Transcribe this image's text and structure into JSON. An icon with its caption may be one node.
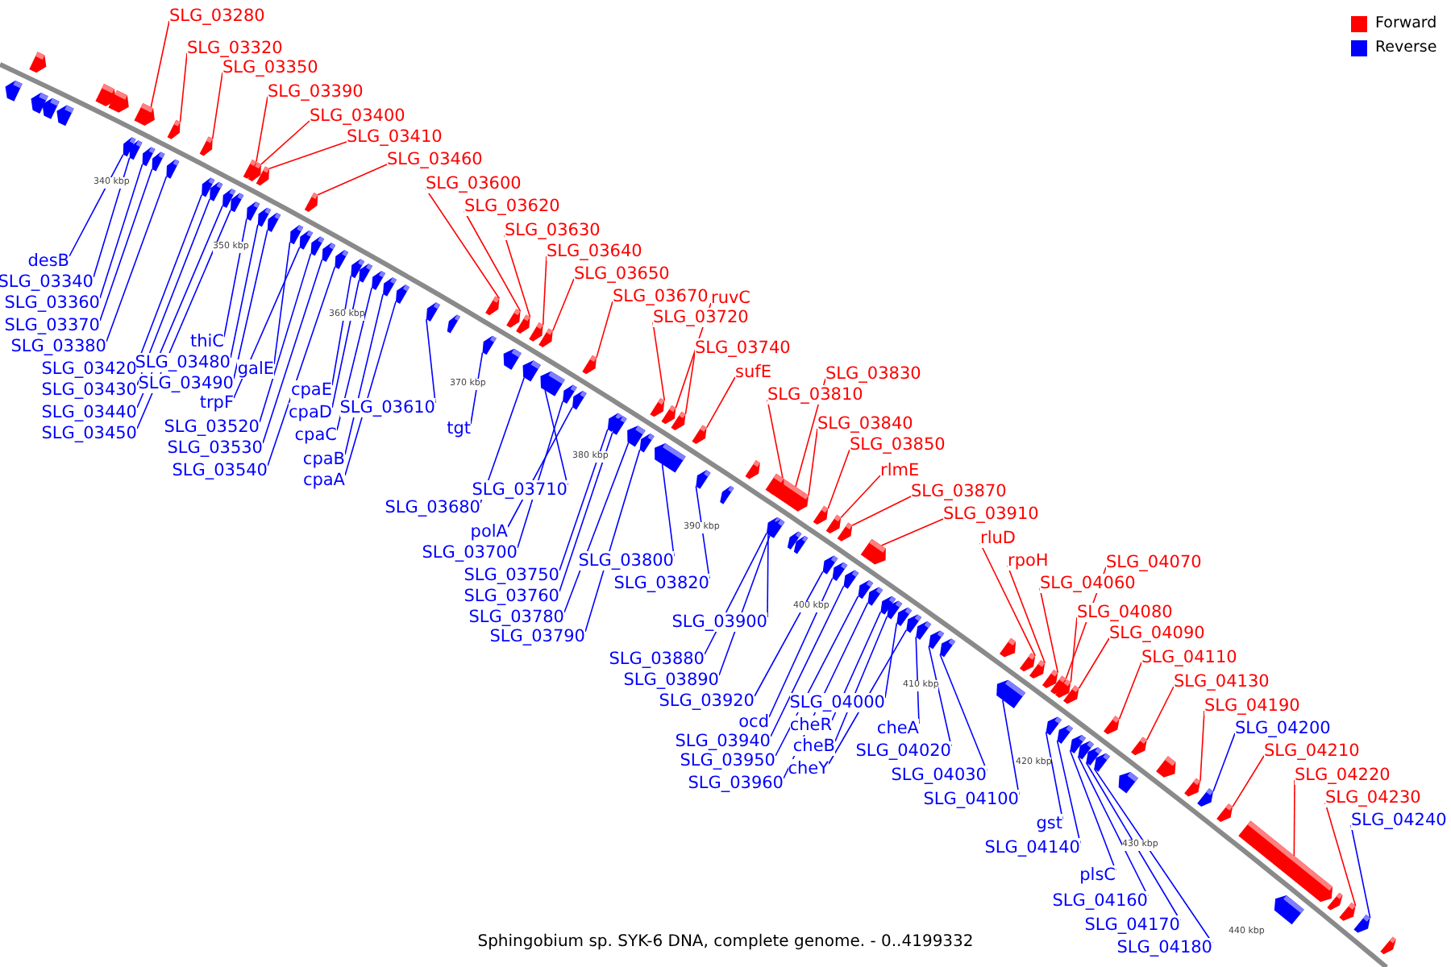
{
  "diagram": {
    "caption": "Sphingobium sp. SYK-6 DNA, complete genome. - 0..4199332",
    "nodes": [
      {
        "text": [
          "SLG_03280"
        ]
      },
      {
        "text": [
          "SLG_03320"
        ]
      },
      {
        "text": [
          "SLG_03350"
        ]
      },
      {
        "text": [
          "SLG_03390"
        ]
      },
      {
        "text": [
          "SLG_03400"
        ]
      },
      {
        "text": [
          "SLG_03410"
        ]
      },
      {
        "text": [
          "SLG_03460"
        ]
      },
      {
        "text": [
          "SLG_03600"
        ]
      },
      {
        "text": [
          "SLG_03620"
        ]
      },
      {
        "text": [
          "SLG_03630"
        ]
      },
      {
        "text": [
          "SLG_03640"
        ]
      },
      {
        "text": [
          "SLG_03650"
        ]
      },
      {
        "text": [
          "SLG_03670"
        ]
      },
      {
        "text": [
          "ruvC"
        ]
      },
      {
        "text": [
          "SLG_03720"
        ]
      },
      {
        "text": [
          "SLG_03740"
        ]
      },
      {
        "text": [
          "sufE"
        ]
      },
      {
        "text": [
          "SLG_03830"
        ]
      },
      {
        "text": [
          "SLG_03810"
        ]
      },
      {
        "text": [
          "SLG_03840"
        ]
      },
      {
        "text": [
          "SLG_03850"
        ]
      },
      {
        "text": [
          "rlmE"
        ]
      },
      {
        "text": [
          "SLG_03870"
        ]
      },
      {
        "text": [
          "SLG_03910"
        ]
      },
      {
        "text": [
          "rluD"
        ]
      },
      {
        "text": [
          "rpoH"
        ]
      },
      {
        "text": [
          "SLG_04060"
        ]
      },
      {
        "text": [
          "SLG_04070"
        ]
      },
      {
        "text": [
          "SLG_04080"
        ]
      },
      {
        "text": [
          "SLG_04090"
        ]
      },
      {
        "text": [
          "SLG_04110"
        ]
      },
      {
        "text": [
          "SLG_04130"
        ]
      },
      {
        "text": [
          "SLG_04190"
        ]
      },
      {
        "text": [
          "SLG_04200"
        ]
      },
      {
        "text": [
          "SLG_04210"
        ]
      },
      {
        "text": [
          "SLG_04220"
        ]
      },
      {
        "text": [
          "SLG_04230"
        ]
      },
      {
        "text": [
          "SLG_04240"
        ]
      },
      {
        "text": [
          "desB"
        ]
      },
      {
        "text": [
          "SLG_03340"
        ]
      },
      {
        "text": [
          "SLG_03360"
        ]
      },
      {
        "text": [
          "SLG_03370"
        ]
      },
      {
        "text": [
          "SLG_03380"
        ]
      },
      {
        "text": [
          "SLG_03420"
        ]
      },
      {
        "text": [
          "SLG_03430"
        ]
      },
      {
        "text": [
          "SLG_03440"
        ]
      },
      {
        "text": [
          "SLG_03450"
        ]
      },
      {
        "text": [
          "thiC"
        ]
      },
      {
        "text": [
          "SLG_03480"
        ]
      },
      {
        "text": [
          "SLG_03490"
        ]
      },
      {
        "text": [
          "galE"
        ]
      },
      {
        "text": [
          "trpF"
        ]
      },
      {
        "text": [
          "SLG_03520"
        ]
      },
      {
        "text": [
          "SLG_03530"
        ]
      },
      {
        "text": [
          "SLG_03540"
        ]
      },
      {
        "text": [
          "cpaE"
        ]
      },
      {
        "text": [
          "cpaD"
        ]
      },
      {
        "text": [
          "cpaC"
        ]
      },
      {
        "text": [
          "cpaB"
        ]
      },
      {
        "text": [
          "cpaA"
        ]
      },
      {
        "text": [
          "SLG_03610"
        ]
      },
      {
        "text": [
          "tgt"
        ]
      },
      {
        "text": [
          "SLG_03680"
        ]
      },
      {
        "text": [
          "SLG_03710"
        ]
      },
      {
        "text": [
          "polA"
        ]
      },
      {
        "text": [
          "SLG_03700"
        ]
      },
      {
        "text": [
          "SLG_03750"
        ]
      },
      {
        "text": [
          "SLG_03760"
        ]
      },
      {
        "text": [
          "SLG_03780"
        ]
      },
      {
        "text": [
          "SLG_03790"
        ]
      },
      {
        "text": [
          "SLG_03800"
        ]
      },
      {
        "text": [
          "SLG_03820"
        ]
      },
      {
        "text": [
          "SLG_03900"
        ]
      },
      {
        "text": [
          "SLG_03880"
        ]
      },
      {
        "text": [
          "SLG_03890"
        ]
      },
      {
        "text": [
          "SLG_03920"
        ]
      },
      {
        "text": [
          "ocd"
        ]
      },
      {
        "text": [
          "SLG_03940"
        ]
      },
      {
        "text": [
          "SLG_03950"
        ]
      },
      {
        "text": [
          "SLG_03960"
        ]
      },
      {
        "text": [
          "SLG_04000"
        ]
      },
      {
        "text": [
          "cheR"
        ]
      },
      {
        "text": [
          "cheB"
        ]
      },
      {
        "text": [
          "cheY"
        ]
      },
      {
        "text": [
          "cheA"
        ]
      },
      {
        "text": [
          "SLG_04020"
        ]
      },
      {
        "text": [
          "SLG_04030"
        ]
      },
      {
        "text": [
          "SLG_04100"
        ]
      },
      {
        "text": [
          "gst"
        ]
      },
      {
        "text": [
          "SLG_04140"
        ]
      },
      {
        "text": [
          "plsC"
        ]
      },
      {
        "text": [
          "SLG_04160"
        ]
      },
      {
        "text": [
          "SLG_04170"
        ]
      },
      {
        "text": [
          "SLG_04180"
        ]
      },
      {
        "text": [],
        "shape": "arrow"
      },
      {
        "text": [],
        "shape": "arrow"
      },
      {
        "text": [],
        "shape": "arrow"
      },
      {
        "text": [],
        "shape": "arrow"
      },
      {
        "text": [],
        "shape": "arrow"
      },
      {
        "text": [],
        "shape": "arrow"
      },
      {
        "text": [],
        "shape": "arrow"
      },
      {
        "text": [],
        "shape": "arrow"
      },
      {
        "text": [],
        "shape": "arrow"
      },
      {
        "text": [],
        "shape": "arrow"
      },
      {
        "text": [],
        "shape": "arrow"
      },
      {
        "text": [],
        "shape": "arrow"
      },
      {
        "text": [],
        "shape": "arrow"
      },
      {
        "text": [],
        "shape": "arrow"
      },
      {
        "text": [],
        "shape": "arrow"
      },
      {
        "text": [],
        "shape": "arrow"
      },
      {
        "text": [],
        "shape": "arrow"
      },
      {
        "text": [],
        "shape": "arrow"
      },
      {
        "text": [],
        "shape": "arrow"
      },
      {
        "text": [],
        "shape": "arrow"
      },
      {
        "text": [],
        "shape": "arrow"
      },
      {
        "text": [],
        "shape": "arrow"
      },
      {
        "text": [],
        "shape": "arrow"
      },
      {
        "text": [],
        "shape": "arrow"
      },
      {
        "text": [],
        "shape": "arrow"
      },
      {
        "text": [],
        "shape": "arrow"
      },
      {
        "text": [],
        "shape": "arrow"
      },
      {
        "text": [],
        "shape": "arrow"
      },
      {
        "text": [],
        "shape": "arrow"
      },
      {
        "text": [],
        "shape": "arrow"
      },
      {
        "text": [],
        "shape": "arrow"
      },
      {
        "text": [],
        "shape": "arrow"
      },
      {
        "text": [],
        "shape": "arrow"
      },
      {
        "text": [],
        "shape": "arrow"
      },
      {
        "text": [],
        "shape": "arrow"
      },
      {
        "text": [],
        "shape": "arrow"
      },
      {
        "text": [],
        "shape": "arrow"
      },
      {
        "text": [],
        "shape": "arrow"
      },
      {
        "text": [],
        "shape": "arrow"
      },
      {
        "text": [],
        "shape": "arrow"
      },
      {
        "text": [],
        "shape": "arrow"
      },
      {
        "text": [],
        "shape": "arrow"
      },
      {
        "text": [],
        "shape": "arrow"
      },
      {
        "text": [],
        "shape": "arrow"
      },
      {
        "text": [],
        "shape": "arrow"
      },
      {
        "text": [],
        "shape": "arrow"
      },
      {
        "text": [],
        "shape": "arrow"
      },
      {
        "text": [],
        "shape": "arrow"
      },
      {
        "text": [],
        "shape": "arrow"
      },
      {
        "text": [],
        "shape": "arrow"
      },
      {
        "text": [],
        "shape": "arrow"
      },
      {
        "text": [],
        "shape": "arrow"
      },
      {
        "text": [],
        "shape": "arrow"
      },
      {
        "text": [],
        "shape": "arrow"
      },
      {
        "text": [],
        "shape": "arrow"
      },
      {
        "text": [],
        "shape": "arrow"
      },
      {
        "text": [],
        "shape": "arrow"
      },
      {
        "text": [],
        "shape": "arrow"
      },
      {
        "text": [],
        "shape": "arrow"
      },
      {
        "text": [],
        "shape": "arrow"
      },
      {
        "text": [],
        "shape": "arrow"
      },
      {
        "text": [],
        "shape": "arrow"
      },
      {
        "text": [],
        "shape": "arrow"
      },
      {
        "text": [],
        "shape": "arrow"
      },
      {
        "text": [],
        "shape": "arrow"
      },
      {
        "text": [],
        "shape": "arrow"
      },
      {
        "text": [],
        "shape": "arrow"
      },
      {
        "text": [],
        "shape": "arrow"
      },
      {
        "text": [],
        "shape": "arrow"
      },
      {
        "text": [],
        "shape": "arrow"
      },
      {
        "text": [],
        "shape": "arrow"
      },
      {
        "text": [],
        "shape": "arrow"
      },
      {
        "text": [],
        "shape": "arrow"
      },
      {
        "text": [],
        "shape": "arrow"
      },
      {
        "text": [],
        "shape": "arrow"
      },
      {
        "text": [],
        "shape": "arrow"
      },
      {
        "text": [],
        "shape": "arrow"
      },
      {
        "text": [],
        "shape": "arrow"
      },
      {
        "text": [],
        "shape": "arrow"
      },
      {
        "text": [],
        "shape": "arrow"
      },
      {
        "text": [],
        "shape": "arrow"
      },
      {
        "text": [],
        "shape": "arrow"
      },
      {
        "text": [],
        "shape": "arrow"
      },
      {
        "text": [],
        "shape": "arrow"
      },
      {
        "text": [],
        "shape": "arrow"
      },
      {
        "text": [],
        "shape": "arrow"
      },
      {
        "text": [],
        "shape": "arrow"
      },
      {
        "text": [],
        "shape": "arrow"
      },
      {
        "text": [],
        "shape": "arrow"
      },
      {
        "text": [],
        "shape": "arrow"
      },
      {
        "text": [],
        "shape": "arrow"
      },
      {
        "text": [],
        "shape": "arrow"
      },
      {
        "text": [],
        "shape": "arrow"
      },
      {
        "text": [],
        "shape": "arrow"
      },
      {
        "text": [],
        "shape": "arrow"
      },
      {
        "text": [],
        "shape": "arrow"
      },
      {
        "text": [],
        "shape": "arrow"
      },
      {
        "text": [],
        "shape": "arrow"
      },
      {
        "text": [],
        "shape": "arrow"
      },
      {
        "text": [],
        "shape": "arrow"
      },
      {
        "text": [],
        "shape": "arrow"
      },
      {
        "text": [],
        "shape": "arrow"
      },
      {
        "text": [],
        "shape": "arrow"
      },
      {
        "text": [],
        "shape": "arrow"
      },
      {
        "text": [],
        "shape": "arrow"
      },
      {
        "text": [],
        "shape": "arrow"
      },
      {
        "text": [],
        "shape": "arrow"
      },
      {
        "text": [],
        "shape": "arrow"
      },
      {
        "text": [],
        "shape": "arrow"
      },
      {
        "text": [],
        "shape": "arrow"
      },
      {
        "text": [],
        "shape": "arrow"
      },
      {
        "text": [],
        "shape": "arrow"
      },
      {
        "text": [],
        "shape": "arrow"
      }
    ],
    "edges": [
      {
        "from": 0,
        "to": 94,
        "arrow": "none",
        "color": "#ff0000"
      },
      {
        "from": 1,
        "to": 95,
        "arrow": "none",
        "color": "#ff0000"
      },
      {
        "from": 2,
        "to": 96,
        "arrow": "none",
        "color": "#ff0000"
      },
      {
        "from": 3,
        "to": 97,
        "arrow": "none",
        "color": "#ff0000"
      },
      {
        "from": 4,
        "to": 98,
        "arrow": "none",
        "color": "#ff0000"
      },
      {
        "from": 5,
        "to": 99,
        "arrow": "none",
        "color": "#ff0000"
      },
      {
        "from": 6,
        "to": 100,
        "arrow": "none",
        "color": "#ff0000"
      },
      {
        "from": 7,
        "to": 101,
        "arrow": "none",
        "color": "#ff0000"
      },
      {
        "from": 8,
        "to": 102,
        "arrow": "none",
        "color": "#ff0000"
      },
      {
        "from": 9,
        "to": 103,
        "arrow": "none",
        "color": "#ff0000"
      },
      {
        "from": 10,
        "to": 104,
        "arrow": "none",
        "color": "#ff0000"
      },
      {
        "from": 11,
        "to": 105,
        "arrow": "none",
        "color": "#ff0000"
      },
      {
        "from": 12,
        "to": 106,
        "arrow": "none",
        "color": "#ff0000"
      },
      {
        "from": 13,
        "to": 107,
        "arrow": "none",
        "color": "#ff0000"
      },
      {
        "from": 14,
        "to": 108,
        "arrow": "none",
        "color": "#ff0000"
      },
      {
        "from": 15,
        "to": 109,
        "arrow": "none",
        "color": "#ff0000"
      },
      {
        "from": 16,
        "to": 110,
        "arrow": "none",
        "color": "#ff0000"
      },
      {
        "from": 17,
        "to": 111,
        "arrow": "none",
        "color": "#ff0000"
      },
      {
        "from": 18,
        "to": 112,
        "arrow": "none",
        "color": "#ff0000"
      },
      {
        "from": 19,
        "to": 113,
        "arrow": "none",
        "color": "#ff0000"
      },
      {
        "from": 20,
        "to": 114,
        "arrow": "none",
        "color": "#ff0000"
      },
      {
        "from": 21,
        "to": 115,
        "arrow": "none",
        "color": "#ff0000"
      },
      {
        "from": 22,
        "to": 116,
        "arrow": "none",
        "color": "#ff0000"
      },
      {
        "from": 23,
        "to": 117,
        "arrow": "none",
        "color": "#ff0000"
      },
      {
        "from": 24,
        "to": 118,
        "arrow": "none",
        "color": "#ff0000"
      },
      {
        "from": 25,
        "to": 119,
        "arrow": "none",
        "color": "#ff0000"
      },
      {
        "from": 26,
        "to": 120,
        "arrow": "none",
        "color": "#ff0000"
      },
      {
        "from": 27,
        "to": 121,
        "arrow": "none",
        "color": "#ff0000"
      },
      {
        "from": 28,
        "to": 122,
        "arrow": "none",
        "color": "#ff0000"
      },
      {
        "from": 29,
        "to": 123,
        "arrow": "none",
        "color": "#ff0000"
      },
      {
        "from": 30,
        "to": 124,
        "arrow": "none",
        "color": "#ff0000"
      },
      {
        "from": 31,
        "to": 125,
        "arrow": "none",
        "color": "#ff0000"
      },
      {
        "from": 32,
        "to": 126,
        "arrow": "none",
        "color": "#ff0000"
      },
      {
        "from": 33,
        "to": 127,
        "arrow": "none"
      },
      {
        "from": 34,
        "to": 128,
        "arrow": "none",
        "color": "#ff0000"
      },
      {
        "from": 35,
        "to": 129,
        "arrow": "none",
        "color": "#ff0000"
      },
      {
        "from": 36,
        "to": 130,
        "arrow": "none",
        "color": "#ff0000"
      },
      {
        "from": 37,
        "to": 131,
        "arrow": "none"
      },
      {
        "from": 38,
        "to": 132,
        "arrow": "none"
      },
      {
        "from": 39,
        "to": 133,
        "arrow": "none"
      },
      {
        "from": 40,
        "to": 134,
        "arrow": "none"
      },
      {
        "from": 41,
        "to": 135,
        "arrow": "none"
      },
      {
        "from": 42,
        "to": 136,
        "arrow": "none"
      },
      {
        "from": 43,
        "to": 137,
        "arrow": "none"
      },
      {
        "from": 44,
        "to": 138,
        "arrow": "none"
      },
      {
        "from": 45,
        "to": 139,
        "arrow": "none"
      },
      {
        "from": 46,
        "to": 140,
        "arrow": "none"
      },
      {
        "from": 47,
        "to": 141,
        "arrow": "none"
      },
      {
        "from": 48,
        "to": 142,
        "arrow": "none"
      },
      {
        "from": 49,
        "to": 143,
        "arrow": "none"
      },
      {
        "from": 50,
        "to": 144,
        "arrow": "none"
      },
      {
        "from": 51,
        "to": 145,
        "arrow": "none"
      },
      {
        "from": 52,
        "to": 146,
        "arrow": "none"
      },
      {
        "from": 53,
        "to": 147,
        "arrow": "none"
      },
      {
        "from": 54,
        "to": 148,
        "arrow": "none"
      },
      {
        "from": 55,
        "to": 149,
        "arrow": "none"
      },
      {
        "from": 56,
        "to": 150,
        "arrow": "none"
      },
      {
        "from": 57,
        "to": 151,
        "arrow": "none"
      },
      {
        "from": 58,
        "to": 152,
        "arrow": "none"
      },
      {
        "from": 59,
        "to": 153,
        "arrow": "none"
      },
      {
        "from": 60,
        "to": 154,
        "arrow": "none"
      },
      {
        "from": 61,
        "to": 155,
        "arrow": "none"
      },
      {
        "from": 62,
        "to": 156,
        "arrow": "none"
      },
      {
        "from": 63,
        "to": 157,
        "arrow": "none"
      },
      {
        "from": 64,
        "to": 158,
        "arrow": "none"
      },
      {
        "from": 65,
        "to": 159,
        "arrow": "none"
      },
      {
        "from": 66,
        "to": 160,
        "arrow": "none"
      },
      {
        "from": 67,
        "to": 161,
        "arrow": "none"
      },
      {
        "from": 68,
        "to": 162,
        "arrow": "none"
      },
      {
        "from": 69,
        "to": 163,
        "arrow": "none"
      },
      {
        "from": 70,
        "to": 164,
        "arrow": "none"
      },
      {
        "from": 71,
        "to": 165,
        "arrow": "none"
      },
      {
        "from": 72,
        "to": 166,
        "arrow": "none"
      },
      {
        "from": 73,
        "to": 167,
        "arrow": "none"
      },
      {
        "from": 74,
        "to": 168,
        "arrow": "none"
      },
      {
        "from": 75,
        "to": 169,
        "arrow": "none"
      },
      {
        "from": 76,
        "to": 170,
        "arrow": "none"
      },
      {
        "from": 77,
        "to": 171,
        "arrow": "none"
      },
      {
        "from": 78,
        "to": 172,
        "arrow": "none"
      },
      {
        "from": 79,
        "to": 173,
        "arrow": "none"
      },
      {
        "from": 80,
        "to": 174,
        "arrow": "none"
      },
      {
        "from": 81,
        "to": 175,
        "arrow": "none"
      },
      {
        "from": 82,
        "to": 176,
        "arrow": "none"
      },
      {
        "from": 83,
        "to": 177,
        "arrow": "none"
      },
      {
        "from": 84,
        "to": 178,
        "arrow": "none"
      },
      {
        "from": 85,
        "to": 179,
        "arrow": "none"
      },
      {
        "from": 86,
        "to": 180,
        "arrow": "none"
      },
      {
        "from": 87,
        "to": 181,
        "arrow": "none"
      },
      {
        "from": 88,
        "to": 182,
        "arrow": "none"
      },
      {
        "from": 89,
        "to": 183,
        "arrow": "none"
      },
      {
        "from": 90,
        "to": 184,
        "arrow": "none"
      },
      {
        "from": 91,
        "to": 185,
        "arrow": "none"
      },
      {
        "from": 92,
        "to": 186,
        "arrow": "none"
      },
      {
        "from": 93,
        "to": 187,
        "arrow": "none"
      }
    ],
    "labels": [
      "340 kbp",
      "350 kbp",
      "360 kbp",
      "370 kbp",
      "380 kbp",
      "390 kbp",
      "400 kbp",
      "410 kbp",
      "420 kbp",
      "430 kbp",
      "440 kbp"
    ],
    "legend": [
      {
        "text": "Forward",
        "color": "#ff0000"
      },
      {
        "text": "Reverse",
        "color": "#0000ff"
      }
    ]
  }
}
